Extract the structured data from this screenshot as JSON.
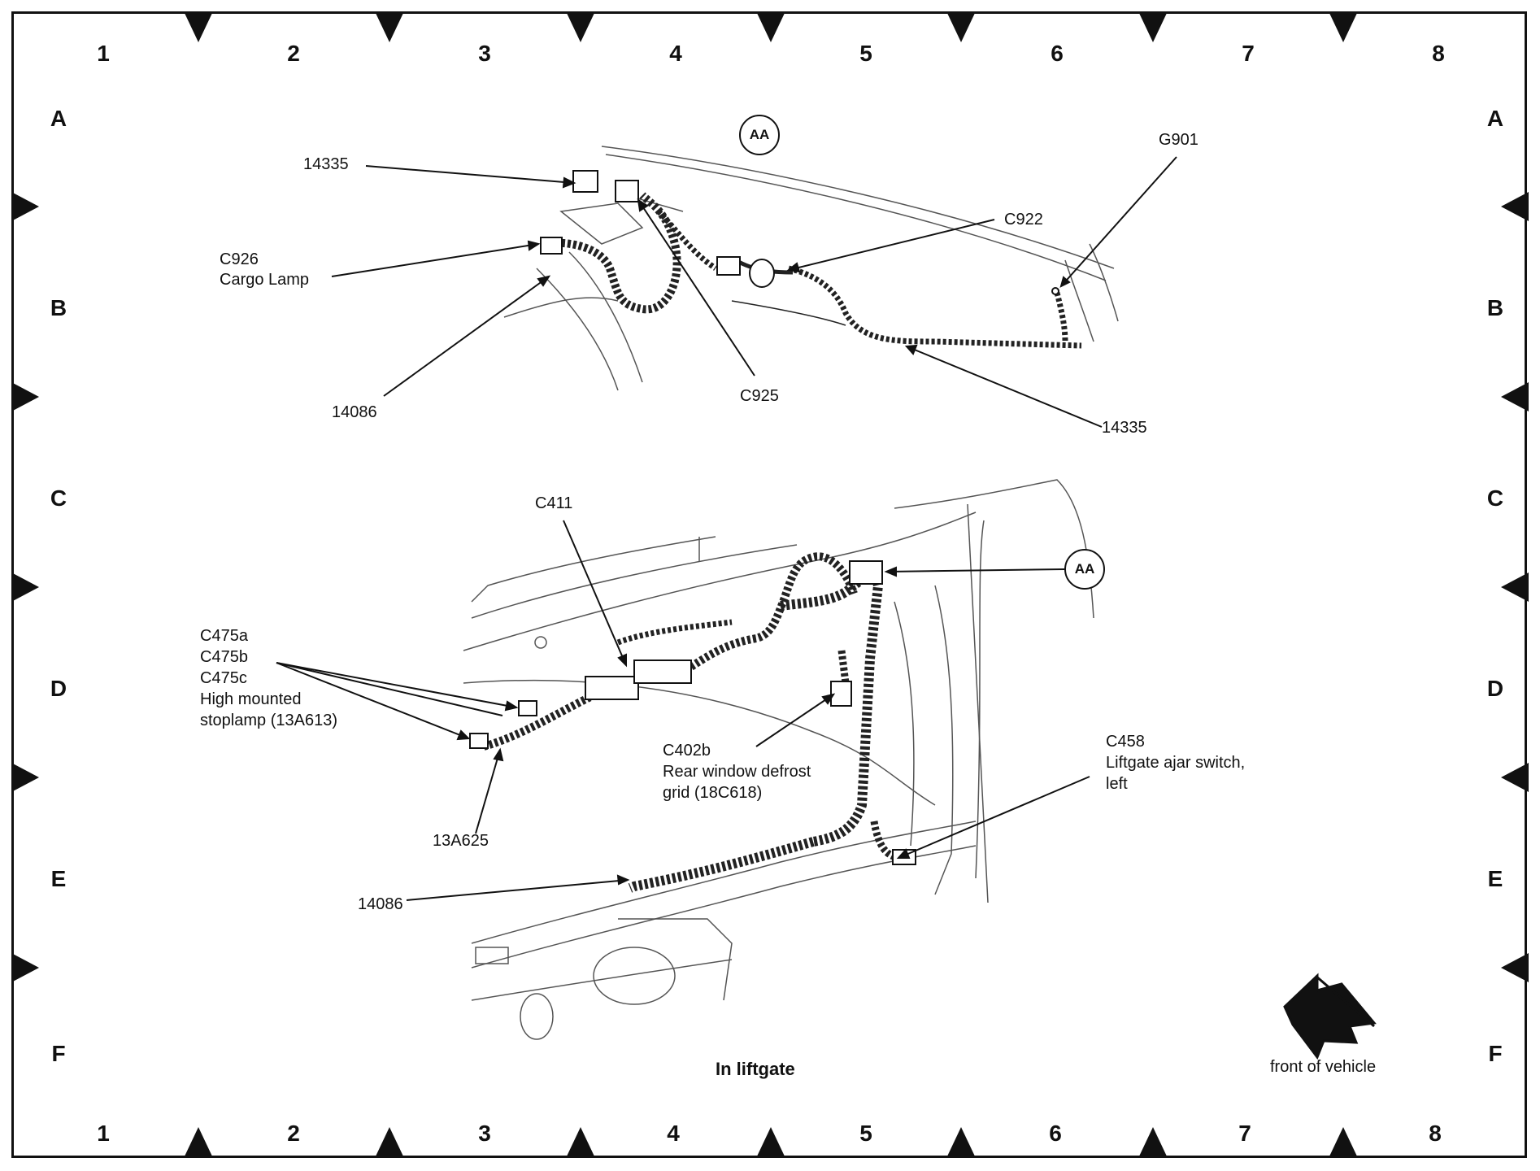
{
  "grid": {
    "columns": [
      "1",
      "2",
      "3",
      "4",
      "5",
      "6",
      "7",
      "8"
    ],
    "rows": [
      "A",
      "B",
      "C",
      "D",
      "E",
      "F"
    ]
  },
  "upper_view": {
    "reference": "AA",
    "labels": {
      "c14335_top": "14335",
      "g901": "G901",
      "c922": "C922",
      "c926": "C926",
      "cargo_lamp": "Cargo Lamp",
      "c14086_top": "14086",
      "c925": "C925",
      "c14335_bottom": "14335"
    }
  },
  "lower_view": {
    "reference": "AA",
    "labels": {
      "c411": "C411",
      "c475a": "C475a",
      "c475b": "C475b",
      "c475c": "C475c",
      "hmsl_line1": "High mounted",
      "hmsl_line2": "stoplamp (13A613)",
      "c402b": "C402b",
      "defrost_line1": "Rear window defrost",
      "defrost_line2": "grid (18C618)",
      "c458": "C458",
      "ajar_line1": "Liftgate ajar switch,",
      "ajar_line2": "left",
      "c13a625": "13A625",
      "c14086_bottom": "14086"
    }
  },
  "caption": "In liftgate",
  "front_of_vehicle": "front of vehicle"
}
